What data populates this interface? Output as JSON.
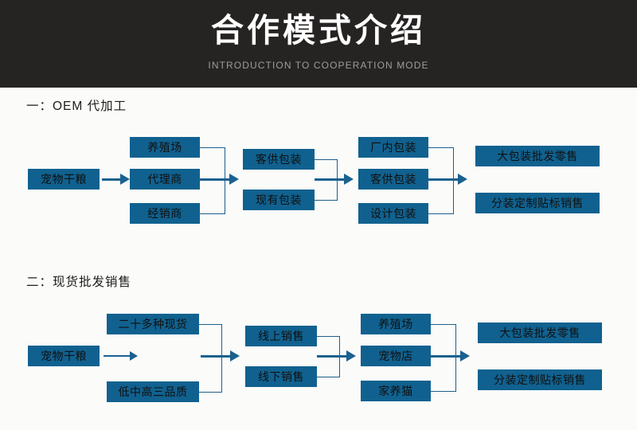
{
  "banner": {
    "title": "合作模式介绍",
    "subtitle": "INTRODUCTION TO COOPERATION MODE",
    "bg_color": "#262423",
    "title_color": "#ffffff",
    "subtitle_color": "#9d9d9b"
  },
  "theme": {
    "box_fill": "#10618f",
    "line_color": "#1c5f8c",
    "arrow_color": "#1b6190",
    "page_bg": "#fbfbf9",
    "heading_color": "#1c1c1c"
  },
  "sections": [
    {
      "heading": "一：OEM 代加工",
      "columns": [
        {
          "boxes": [
            "宠物干粮"
          ]
        },
        {
          "boxes": [
            "养殖场",
            "代理商",
            "经销商"
          ]
        },
        {
          "boxes": [
            "客供包装",
            "现有包装"
          ]
        },
        {
          "boxes": [
            "厂内包装",
            "客供包装",
            "设计包装"
          ]
        },
        {
          "boxes": [
            "大包装批发零售",
            "分装定制贴标销售"
          ]
        }
      ]
    },
    {
      "heading": "二：现货批发销售",
      "columns": [
        {
          "boxes": [
            "宠物干粮"
          ]
        },
        {
          "boxes": [
            "二十多种现货",
            "低中高三品质"
          ]
        },
        {
          "boxes": [
            "线上销售",
            "线下销售"
          ]
        },
        {
          "boxes": [
            "养殖场",
            "宠物店",
            "家养猫"
          ]
        },
        {
          "boxes": [
            "大包装批发零售",
            "分装定制贴标销售"
          ]
        }
      ]
    }
  ]
}
